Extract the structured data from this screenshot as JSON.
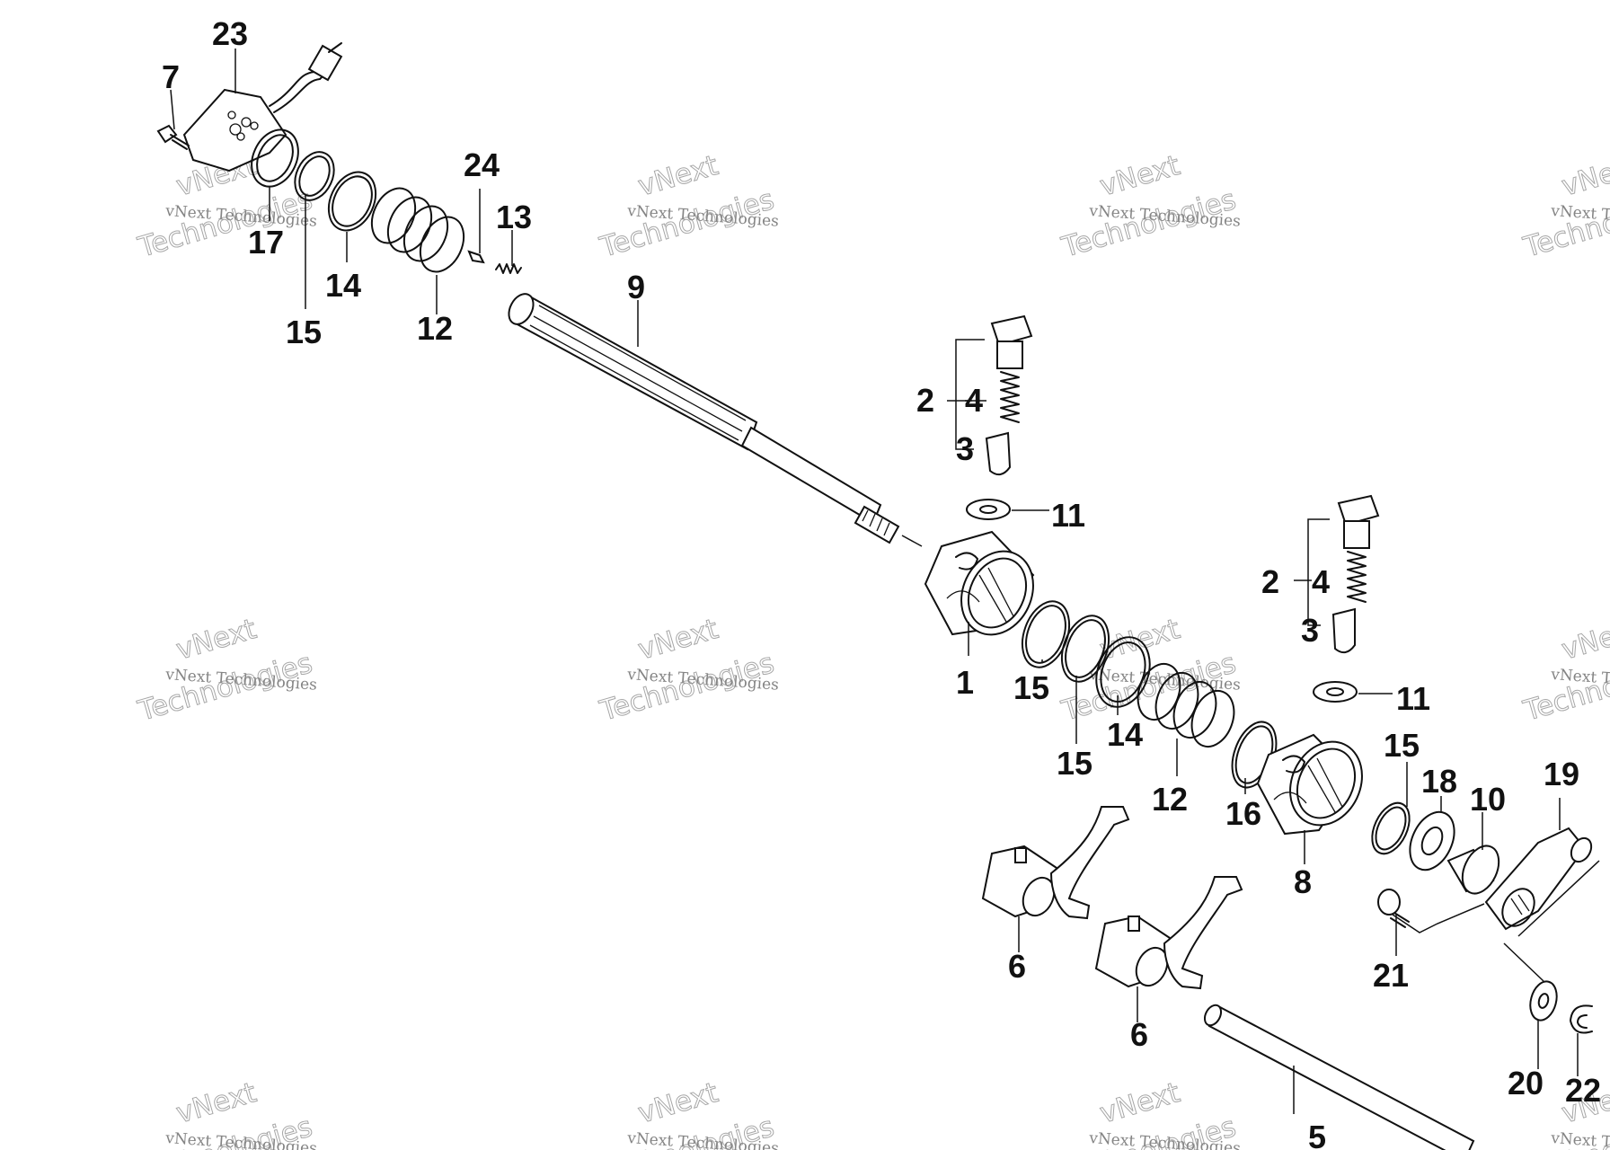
{
  "diagram": {
    "watermark": {
      "line1": "vNext",
      "line2": "vNext Technologies",
      "line3": "Technologies"
    },
    "callouts": {
      "c23": "23",
      "c7": "7",
      "c17": "17",
      "c15a": "15",
      "c14a": "14",
      "c12a": "12",
      "c24": "24",
      "c13": "13",
      "c9": "9",
      "c2a": "2",
      "c4a": "4",
      "c3a": "3",
      "c11a": "11",
      "c1": "1",
      "c15b": "15",
      "c15c": "15",
      "c14b": "14",
      "c12b": "12",
      "c16": "16",
      "c8": "8",
      "c2b": "2",
      "c4b": "4",
      "c3b": "3",
      "c11b": "11",
      "c15d": "15",
      "c18": "18",
      "c10": "10",
      "c19": "19",
      "c6a": "6",
      "c6b": "6",
      "c21": "21",
      "c20": "20",
      "c22": "22",
      "c5": "5"
    }
  }
}
